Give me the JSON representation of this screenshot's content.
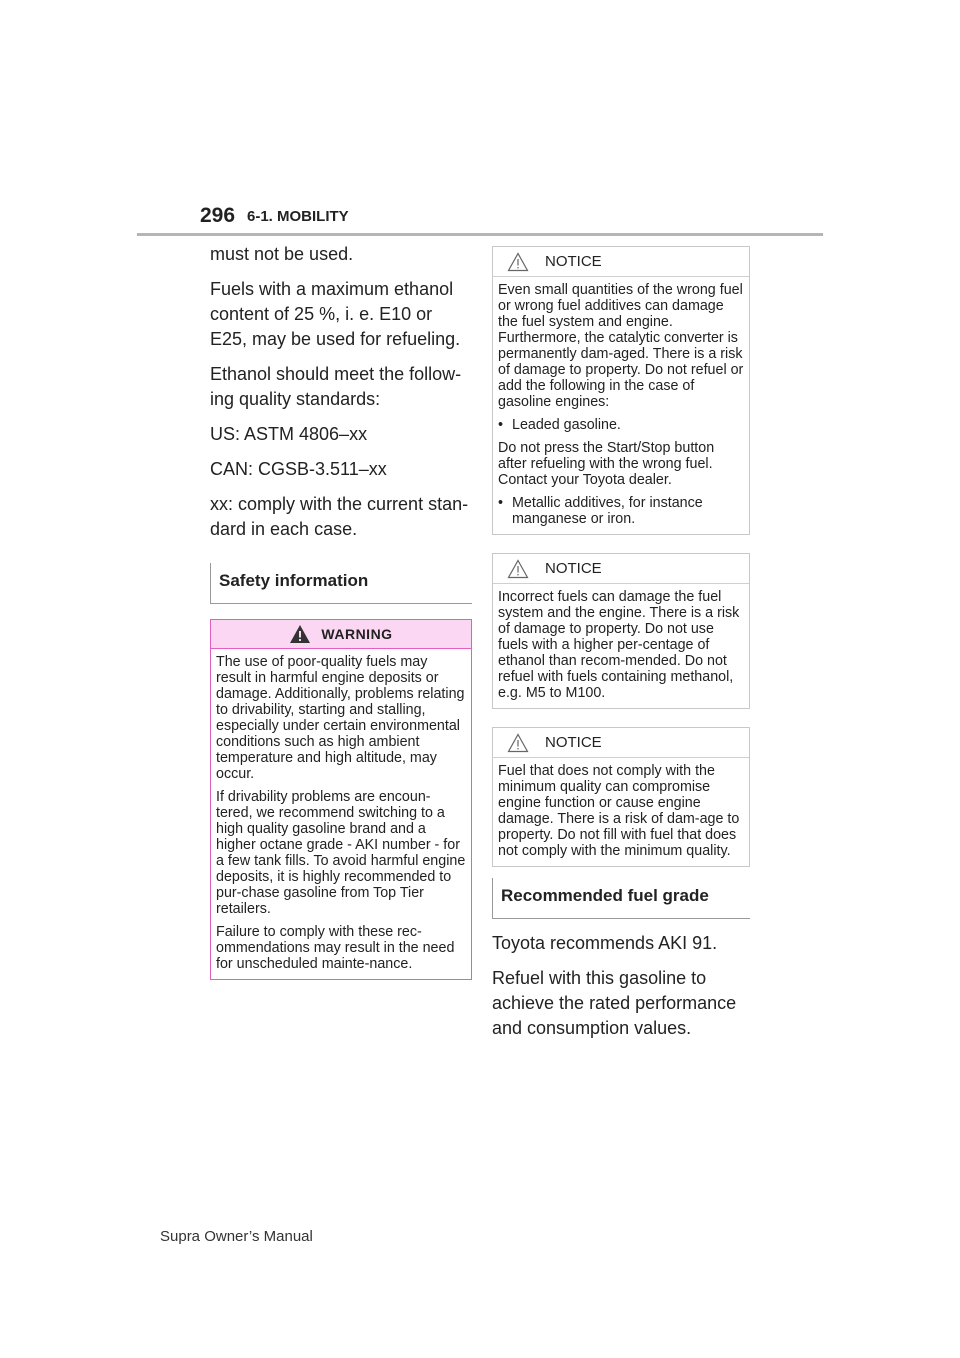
{
  "header": {
    "page_number": "296",
    "section": "6-1. MOBILITY"
  },
  "left_column": {
    "paragraphs": [
      "must not be used.",
      "Fuels with a maximum ethanol content of 25 %, i. e. E10 or E25, may be used for refueling.",
      "Ethanol should meet the follow-ing quality standards:",
      "US: ASTM 4806–xx",
      "CAN: CGSB-3.511–xx",
      "xx: comply with the current stan-dard in each case."
    ],
    "safety_heading": "Safety information",
    "warning": {
      "title": "WARNING",
      "paragraphs": [
        "The use of poor-quality fuels may result in harmful engine deposits or damage. Additionally, problems relating to drivability, starting and stalling, especially under certain environmental conditions such as high ambient temperature and high altitude, may occur.",
        "If drivability problems are encoun-tered, we recommend switching to a high quality gasoline brand and a higher octane grade - AKI number - for a few tank fills. To avoid harmful engine deposits, it is highly recommended to pur-chase gasoline from Top Tier retailers.",
        "Failure to comply with these rec-ommendations may result in the need for unscheduled mainte-nance."
      ]
    }
  },
  "right_column": {
    "notice1": {
      "title": "NOTICE",
      "intro": "Even small quantities of the wrong fuel or wrong fuel additives can damage the fuel system and engine. Furthermore, the catalytic converter is permanently dam-aged. There is a risk of damage to property. Do not refuel or add the following in the case of gasoline engines:",
      "bullet1": "Leaded gasoline.",
      "middle": "Do not press the Start/Stop button after refueling with the wrong fuel. Contact your Toyota dealer.",
      "bullet2": "Metallic additives, for instance manganese or iron."
    },
    "notice2": {
      "title": "NOTICE",
      "text": "Incorrect fuels can damage the fuel system and the engine. There is a risk of damage to property. Do not use fuels with a higher per-centage of ethanol than recom-mended. Do not refuel with fuels containing methanol, e.g. M5 to M100."
    },
    "notice3": {
      "title": "NOTICE",
      "text": "Fuel that does not comply with the minimum quality can compromise engine function or cause engine damage. There is a risk of dam-age to property. Do not fill with fuel that does not comply with the minimum quality."
    },
    "fuel_heading": "Recommended fuel grade",
    "paragraphs": [
      "Toyota recommends AKI 91.",
      "Refuel with this gasoline to achieve the rated performance and consumption values."
    ]
  },
  "footer": {
    "text": "Supra Owner’s Manual"
  }
}
